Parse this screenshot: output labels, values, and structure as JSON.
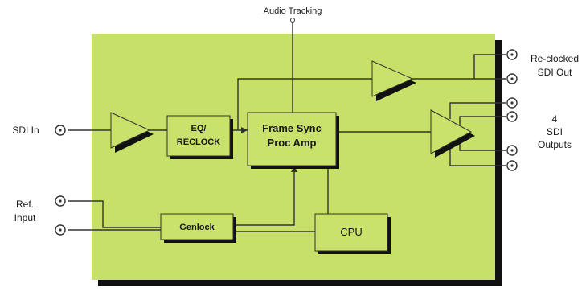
{
  "labels": {
    "audio_tracking": "Audio Tracking",
    "sdi_in": "SDI In",
    "ref_input_line1": "Ref.",
    "ref_input_line2": "Input",
    "reclocked_line1": "Re-clocked",
    "reclocked_line2": "SDI Out",
    "outputs_line1": "4",
    "outputs_line2": "SDI",
    "outputs_line3": "Outputs"
  },
  "blocks": {
    "eq_line1": "EQ/",
    "eq_line2": "RECLOCK",
    "frame_sync_line1": "Frame Sync",
    "frame_sync_line2": "Proc Amp",
    "genlock": "Genlock",
    "cpu": "CPU"
  },
  "colors": {
    "board": "#c6e06a",
    "block": "#c8e26c",
    "shadow": "#111111",
    "line": "#333333"
  }
}
